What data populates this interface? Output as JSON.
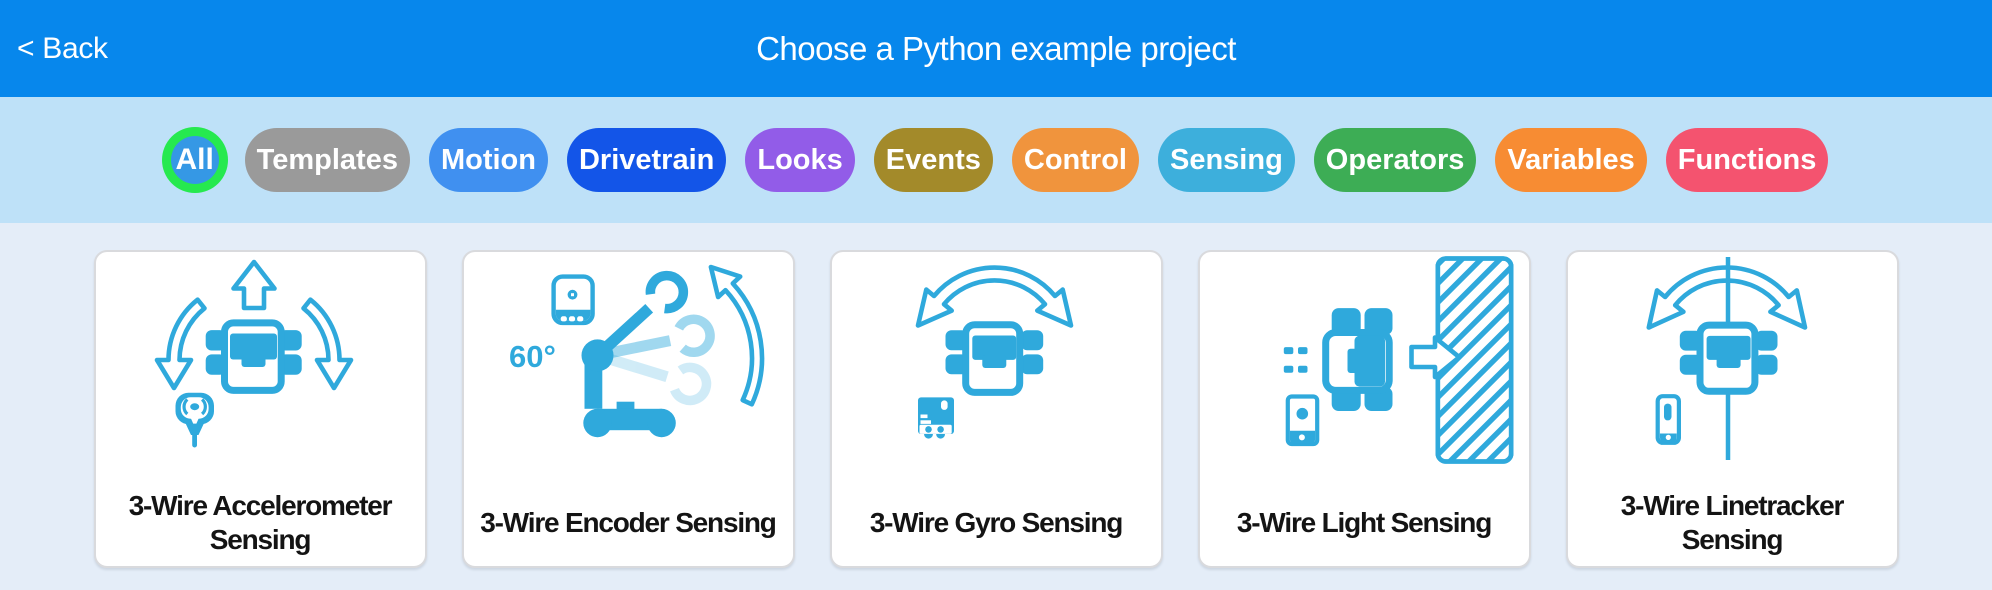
{
  "header": {
    "back_label": "< Back",
    "title": "Choose a Python example project",
    "bg": "#0787ec",
    "text_color": "#ffffff"
  },
  "filters": {
    "bg": "#bee1f8",
    "items": [
      {
        "label": "All",
        "color": "#3598e5",
        "ring": "#26e94f",
        "selected": true,
        "shape": "circle"
      },
      {
        "label": "Templates",
        "color": "#9a9a9a"
      },
      {
        "label": "Motion",
        "color": "#4090f0"
      },
      {
        "label": "Drivetrain",
        "color": "#1355e8"
      },
      {
        "label": "Looks",
        "color": "#925ce8"
      },
      {
        "label": "Events",
        "color": "#a38a2a"
      },
      {
        "label": "Control",
        "color": "#f0943d"
      },
      {
        "label": "Sensing",
        "color": "#3dafdc"
      },
      {
        "label": "Operators",
        "color": "#3dad55"
      },
      {
        "label": "Variables",
        "color": "#f78c33"
      },
      {
        "label": "Functions",
        "color": "#f4536f"
      }
    ]
  },
  "projects": {
    "bg": "#e4edf8",
    "icon_color": "#2fa9dc",
    "cards": [
      {
        "title": "3-Wire Accelerometer Sensing",
        "icon": "accelerometer"
      },
      {
        "title": "3-Wire Encoder Sensing",
        "icon": "encoder",
        "angle_label": "60°"
      },
      {
        "title": "3-Wire Gyro Sensing",
        "icon": "gyro"
      },
      {
        "title": "3-Wire Light Sensing",
        "icon": "light"
      },
      {
        "title": "3-Wire Linetracker Sensing",
        "icon": "linetracker"
      }
    ]
  }
}
